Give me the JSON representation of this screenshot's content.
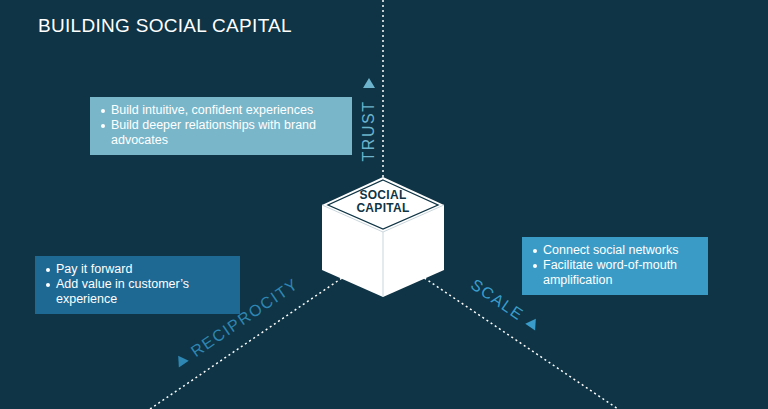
{
  "diagram": {
    "title": "BUILDING SOCIAL CAPITAL",
    "nodes": [
      {
        "text": [
          "Build intuitive, confident experiences",
          "Build deeper relationships with brand advocates"
        ]
      },
      {
        "text": [
          "SOCIAL CAPITAL"
        ]
      },
      {
        "text": [
          "Pay it forward",
          "Add value in customer’s experience"
        ]
      },
      {
        "text": [
          "Connect social networks",
          "Facilitate word-of-mouth amplification"
        ]
      }
    ],
    "labels": [
      "TRUST",
      "RECIPROCITY",
      "SCALE"
    ]
  }
}
